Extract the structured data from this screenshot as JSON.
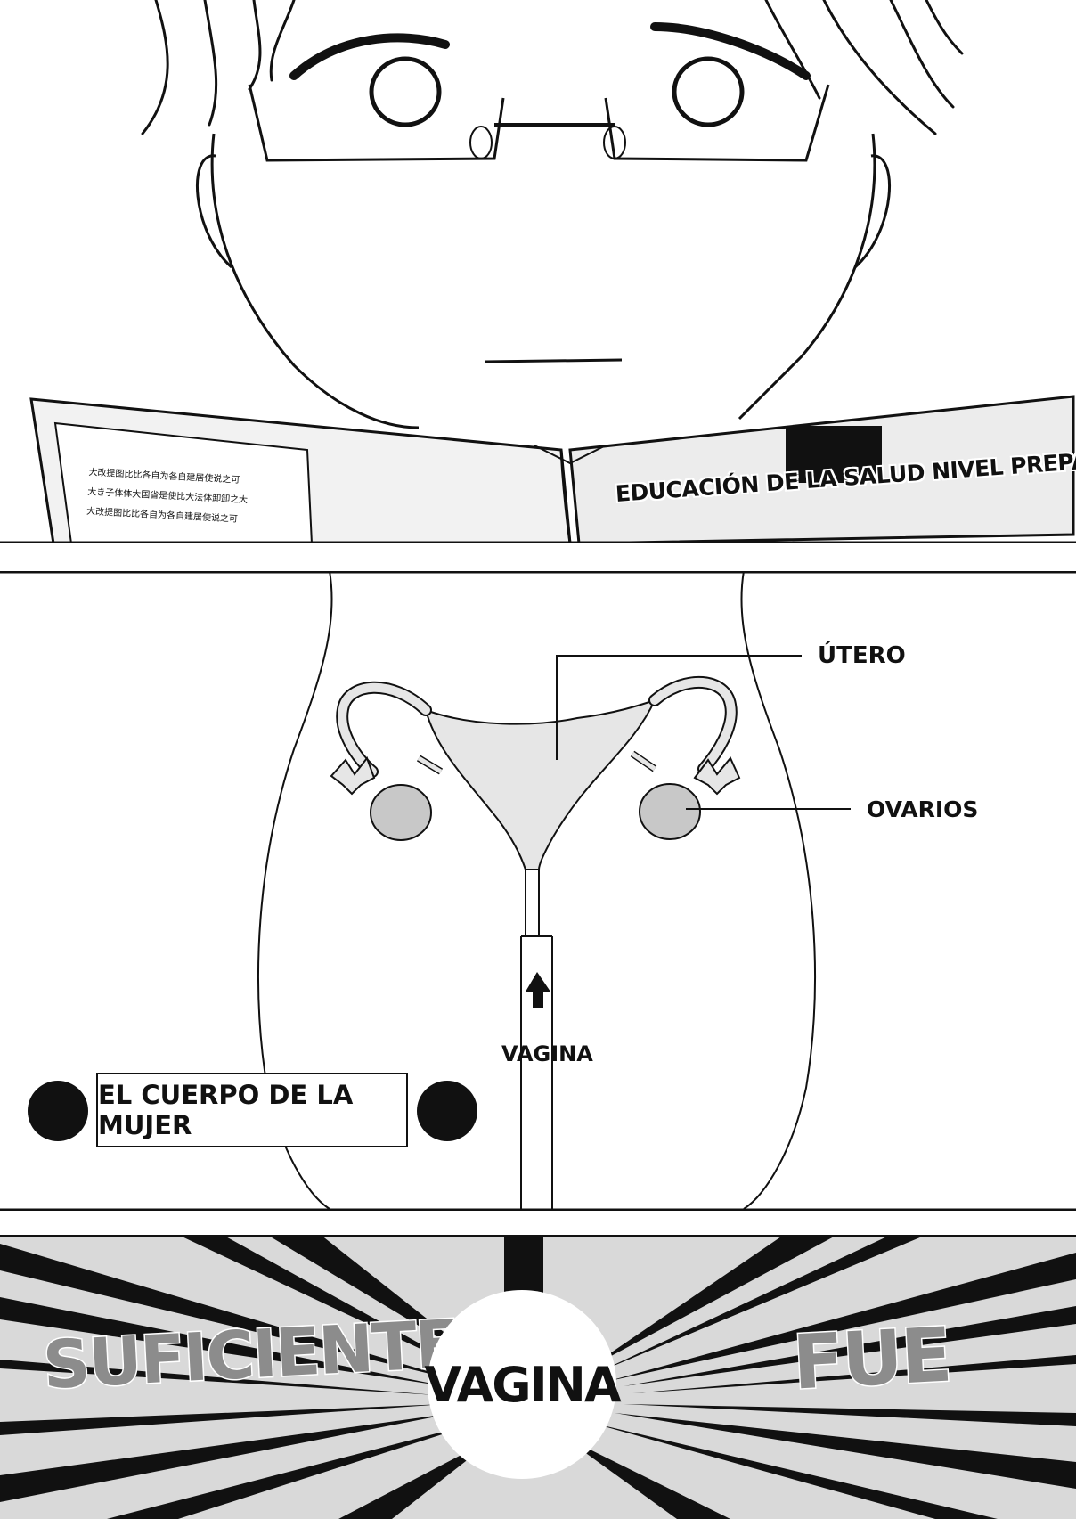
{
  "panel1": {
    "book_cover_title": "EDUCACIÓN DE LA SALUD NIVEL PREPARATORIA",
    "book_page_text_lines": [
      "大改提图比比各自为各自建居使说之可",
      "大き子体体大国省是使比大法体卸卸之大",
      "大改提图比比各自为各自建居使说之可"
    ]
  },
  "panel2": {
    "labels": {
      "uterus": "ÚTERO",
      "ovaries": "OVARIOS",
      "vagina": "VAGINA"
    },
    "caption": "EL CUERPO DE LA MUJER"
  },
  "panel3": {
    "sfx_left": "SUFICIENTE",
    "center_word": "VAGINA",
    "sfx_right": "FUE"
  },
  "colors": {
    "ink": "#111111",
    "screentone": "#d9d9d9",
    "organ_fill": "#cfcfcf",
    "sfx_gray": "#8c8c8c"
  }
}
